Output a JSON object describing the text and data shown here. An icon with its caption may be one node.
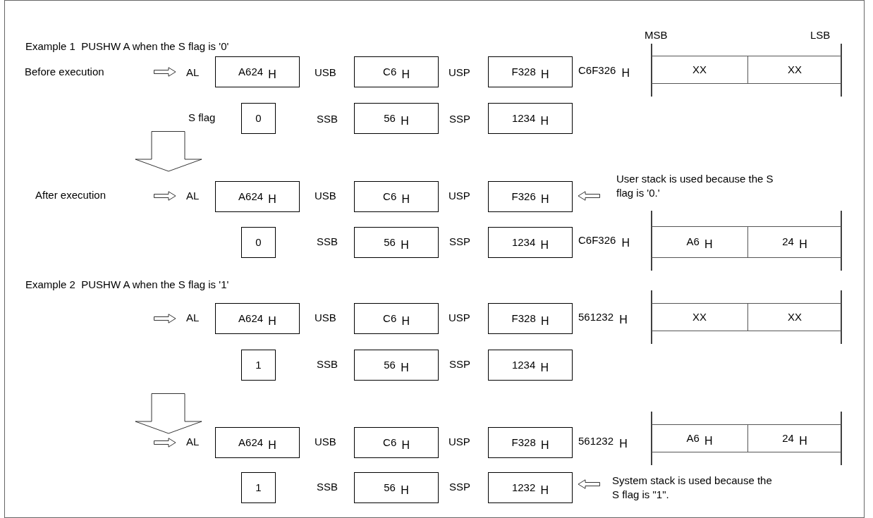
{
  "diagram": {
    "nodes": [
      {
        "text": [
          "A624 $_{H}$"
        ]
      },
      {
        "text": [
          "C6 $_{H}$"
        ]
      },
      {
        "text": [
          "F328 $_{H}$"
        ]
      },
      {
        "text": [
          "XX"
        ]
      },
      {
        "text": [
          "XX"
        ]
      },
      {
        "text": [
          "0"
        ]
      },
      {
        "text": [
          "56 $_{H}$"
        ]
      },
      {
        "text": [
          "1234 $_{H}$"
        ]
      },
      {
        "text": [
          "A624 $_{H}$"
        ]
      },
      {
        "text": [
          "C6 $_{H}$"
        ]
      },
      {
        "text": [
          "F326 $_{H}$"
        ]
      },
      {
        "text": [
          "0"
        ]
      },
      {
        "text": [
          "56 $_{H}$"
        ]
      },
      {
        "text": [
          "1234 $_{H}$"
        ]
      },
      {
        "text": [
          "A6 $_{H}$"
        ]
      },
      {
        "text": [
          "24 $_{H}$"
        ]
      },
      {
        "text": [
          "A624 $_{H}$"
        ]
      },
      {
        "text": [
          "C6 $_{H}$"
        ]
      },
      {
        "text": [
          "F328 $_{H}$"
        ]
      },
      {
        "text": [
          "XX"
        ]
      },
      {
        "text": [
          "XX"
        ]
      },
      {
        "text": [
          "1"
        ]
      },
      {
        "text": [
          "56 $_{H}$"
        ]
      },
      {
        "text": [
          "1234 $_{H}$"
        ]
      },
      {
        "text": [
          "A624 $_{H}$"
        ]
      },
      {
        "text": [
          "C6 $_{H}$"
        ]
      },
      {
        "text": [
          "F328 $_{H}$"
        ]
      },
      {
        "text": [
          "A6 $_{H}$"
        ]
      },
      {
        "text": [
          "24 $_{H}$"
        ]
      },
      {
        "text": [
          "1"
        ]
      },
      {
        "text": [
          "56 $_{H}$"
        ]
      },
      {
        "text": [
          "1232 $_{H}$"
        ]
      }
    ],
    "labels": [
      "Example 1  PUSHW A when the S flag is '0'",
      "MSB",
      "LSB",
      "Before execution",
      "AL",
      "USB",
      "USP",
      "C6F326 $_{H}$",
      "S flag",
      "SSB",
      "SSP",
      "After execution",
      "AL",
      "USB",
      "USP",
      "User stack is used because the S flag is '0.'",
      "SSB",
      "SSP",
      "C6F326 $_{H}$",
      "Example 2  PUSHW A when the S flag is '1'",
      "AL",
      "USB",
      "USP",
      "561232 $_{H}$",
      "SSB",
      "SSP",
      "AL",
      "USB",
      "USP",
      "561232 $_{H}$",
      "SSB",
      "SSP",
      "System stack is used because the S flag is \"1\"."
    ]
  }
}
